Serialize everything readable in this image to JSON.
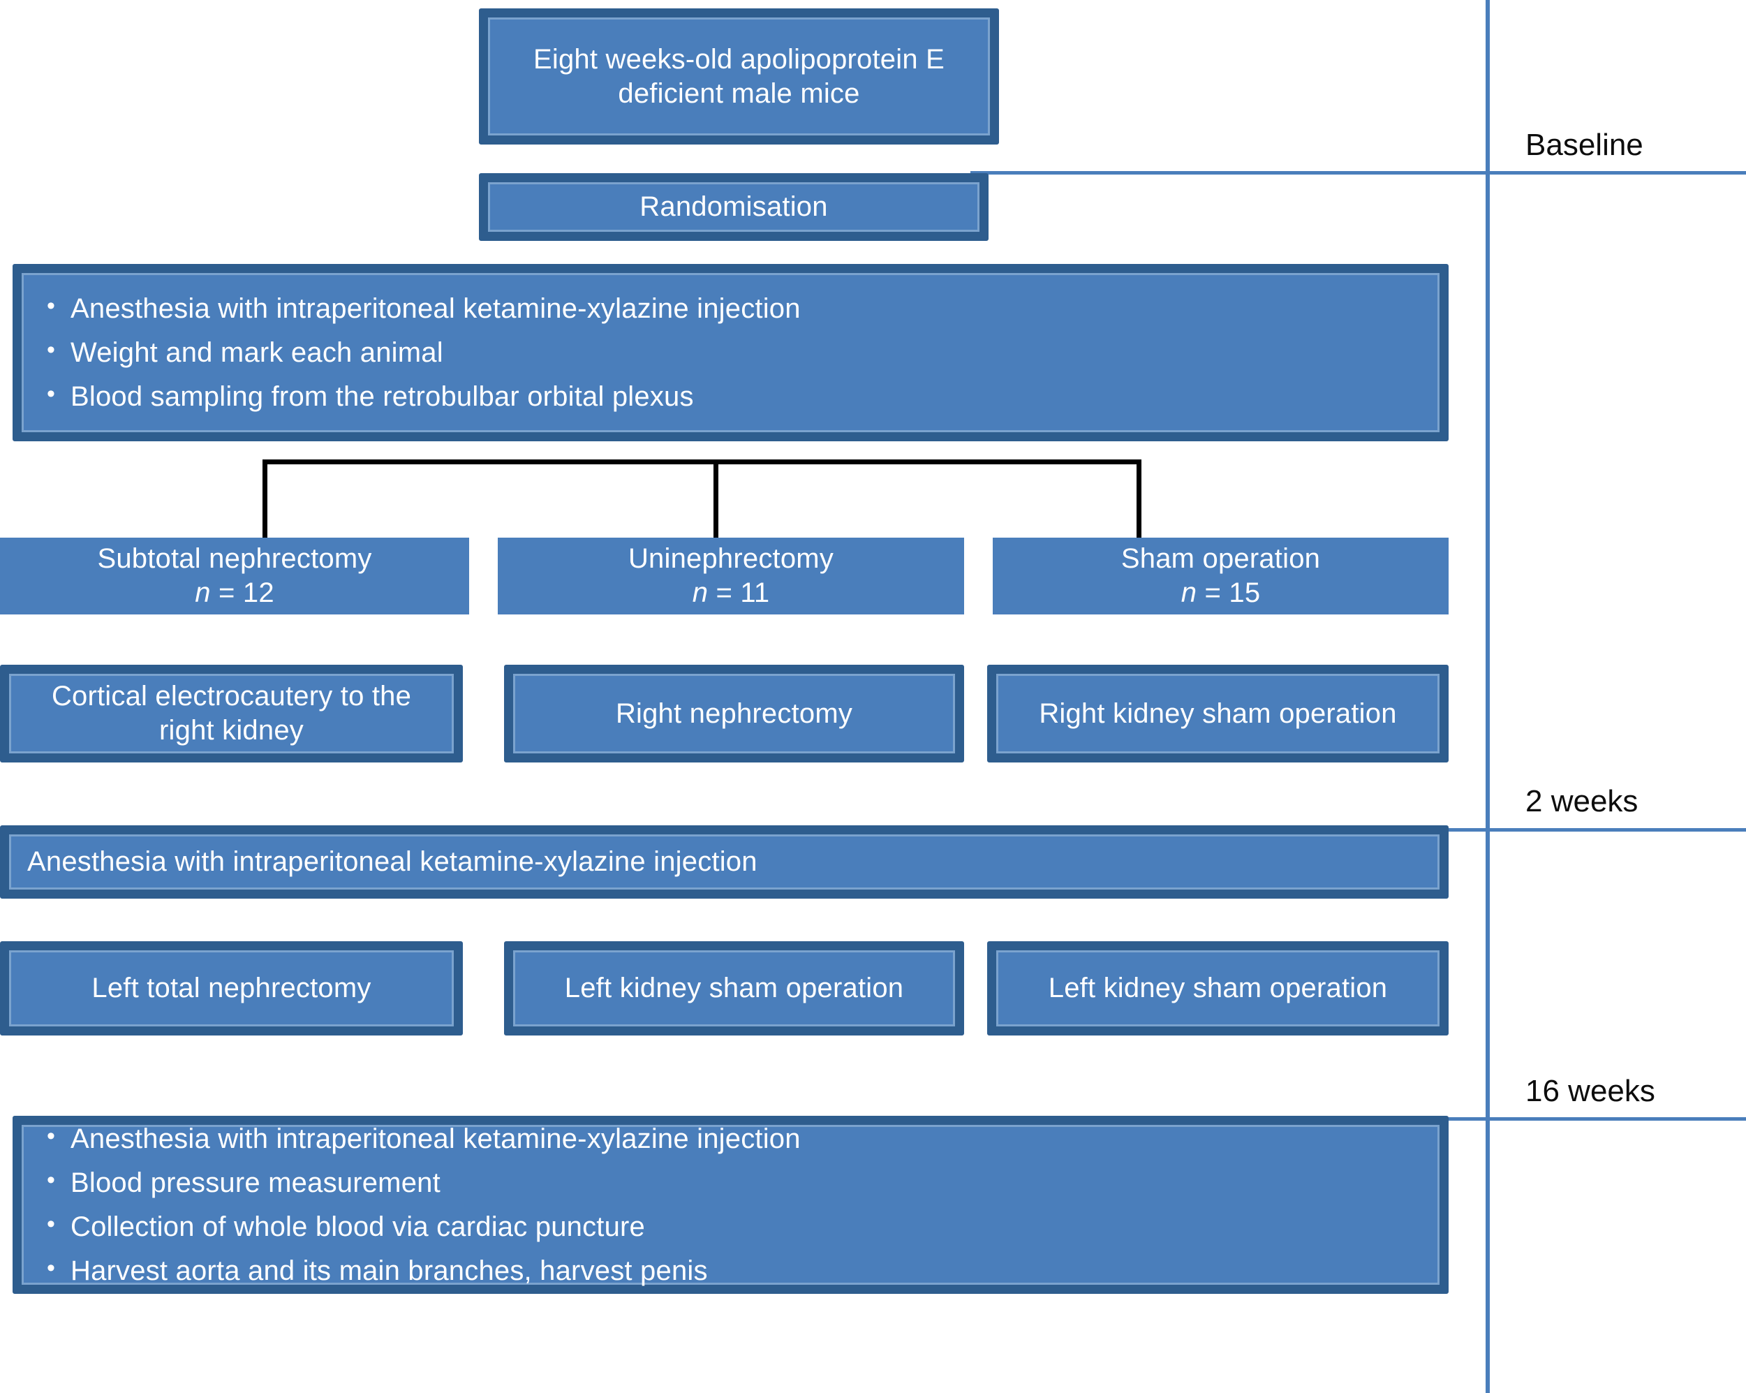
{
  "figure": {
    "type": "study-design-flowchart",
    "colors": {
      "box_fill": "#4a7ebb",
      "box_border": "#2e5d8e",
      "box_inner_highlight": "#7ba3ce",
      "timeline_rule": "#4a7ebb",
      "connector": "#000000",
      "box_text": "#ffffff",
      "label_text": "#0d0d0d",
      "background": "#ffffff"
    }
  },
  "nodes": {
    "animals": {
      "line1": "Eight weeks-old apolipoprotein E",
      "line2": "deficient  male mice"
    },
    "randomisation": {
      "label": "Randomisation"
    },
    "baseline_procedures": {
      "bullets": [
        "Anesthesia with intraperitoneal ketamine-xylazine injection",
        "Weight and mark each animal",
        "Blood sampling from the retrobulbar orbital plexus"
      ]
    },
    "groups": [
      {
        "name": "Subtotal nephrectomy",
        "n_prefix": "n",
        "n_value": "= 12"
      },
      {
        "name": "Uninephrectomy",
        "n_prefix": "n",
        "n_value": "= 11"
      },
      {
        "name": "Sham operation",
        "n_prefix": "n",
        "n_value": "= 15"
      }
    ],
    "first_surgery": [
      {
        "line1": "Cortical electrocautery to the",
        "line2": "right kidney"
      },
      {
        "line1": "Right nephrectomy",
        "line2": ""
      },
      {
        "line1": "Right kidney sham operation",
        "line2": ""
      }
    ],
    "second_anesthesia": {
      "label": "Anesthesia with intraperitoneal ketamine-xylazine injection"
    },
    "second_surgery": [
      {
        "label": "Left total nephrectomy"
      },
      {
        "label": "Left kidney sham operation"
      },
      {
        "label": "Left kidney sham operation"
      }
    ],
    "endpoint_procedures": {
      "bullets": [
        "Anesthesia with intraperitoneal ketamine-xylazine injection",
        "Blood pressure measurement",
        "Collection of whole blood via cardiac puncture",
        "Harvest aorta and its main branches, harvest penis"
      ]
    }
  },
  "timeline": {
    "labels": [
      {
        "text": "Baseline"
      },
      {
        "text": "2 weeks"
      },
      {
        "text": "16 weeks"
      }
    ]
  }
}
